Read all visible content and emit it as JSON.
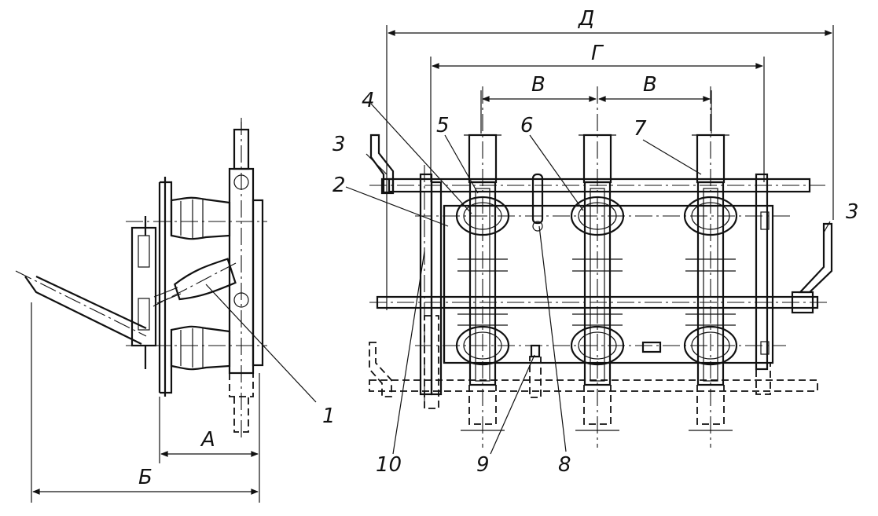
{
  "dimensions": {
    "A": "А",
    "B": "Б",
    "V_left": "В",
    "V_right": "В",
    "G": "Г",
    "D": "Д"
  },
  "callouts": {
    "n1": "1",
    "n2": "2",
    "n3_left": "3",
    "n3_right": "3",
    "n4": "4",
    "n5": "5",
    "n6": "6",
    "n7": "7",
    "n8": "8",
    "n9": "9",
    "n10": "10"
  },
  "colors": {
    "line": "#111111",
    "background": "#ffffff"
  }
}
